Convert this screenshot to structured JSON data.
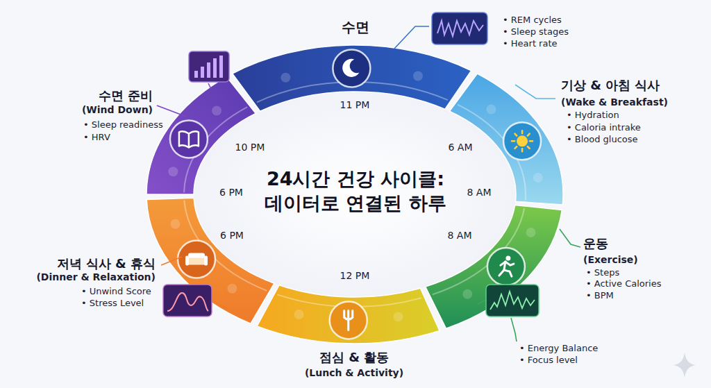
{
  "diagram": {
    "title": "24시간 건강 사이클: 데이터로 연결된 하루",
    "nodes": [
      {
        "text": [
          "수면",
          "• REM cycles",
          "• Sleep stages",
          "• Heart rate"
        ]
      },
      {
        "text": [
          "기상 & 아침 식사",
          "(Wake & Breakfast)",
          "• Hydration",
          "• Caloria intrake",
          "• Blood glucose"
        ]
      },
      {
        "text": [
          "운동",
          "(Exercise)",
          "• Steps",
          "• Active Calories",
          "• BPM"
        ]
      },
      {
        "text": [
          "점심 & 활동",
          "(Lunch & Activity)"
        ]
      },
      {
        "text": [
          "저녁 식사 & 휴식",
          "(Dinner & Relaxation)",
          "• Unwind Score",
          "• Stress Level"
        ]
      },
      {
        "text": [
          "수면 준비",
          "(Wind Down)",
          "• Sleep readiness",
          "• HRV"
        ]
      }
    ],
    "labels": [
      "11 PM",
      "6 AM",
      "8 AM",
      "8 AM",
      "12 PM",
      "6 PM",
      "6 PM",
      "10 PM",
      "• Energy Balance",
      "• Focus level"
    ]
  }
}
